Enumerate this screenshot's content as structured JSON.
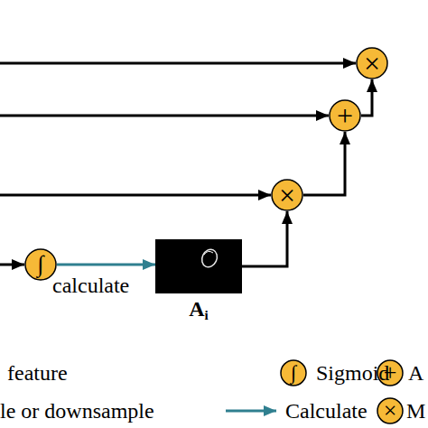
{
  "diagram": {
    "nodes": [
      {
        "text": [
          "×"
        ]
      },
      {
        "text": [
          "+"
        ]
      },
      {
        "text": [
          "×"
        ]
      },
      {
        "text": [
          "∫"
        ]
      },
      {
        "text": [
          "A",
          "i"
        ]
      }
    ],
    "edges": [
      {
        "from": 3,
        "to": 4,
        "arrow": "to",
        "label": "calculate"
      },
      {
        "from": 4,
        "to": 2,
        "arrow": "to"
      },
      {
        "from": 2,
        "to": 1,
        "arrow": "to"
      },
      {
        "from": 1,
        "to": 0,
        "arrow": "to"
      }
    ],
    "labels": [
      "∫",
      "+",
      "×"
    ],
    "legend": [
      {
        "text": "feature"
      },
      {
        "text": "Sigmoid"
      },
      {
        "text": "A"
      },
      {
        "text": "le or downsample"
      },
      {
        "text": "Calculate"
      },
      {
        "text": "M"
      }
    ]
  }
}
